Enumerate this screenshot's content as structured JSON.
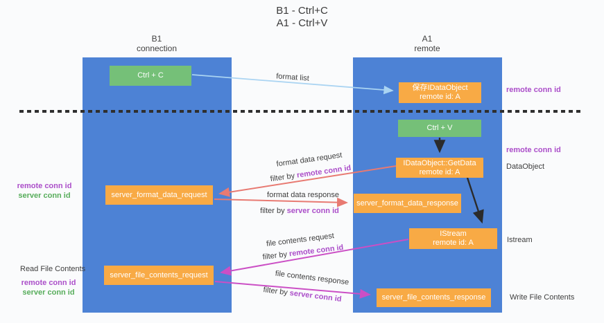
{
  "title": {
    "line1": "B1 - Ctrl+C",
    "line2": "A1 - Ctrl+V"
  },
  "columns": {
    "left": {
      "name": "B1",
      "role": "connection"
    },
    "right": {
      "name": "A1",
      "role": "remote"
    }
  },
  "nodes": {
    "ctrl_c": {
      "label": "Ctrl + C"
    },
    "ctrl_v": {
      "label": "Ctrl + V"
    },
    "save_idataobject": {
      "line1": "保存IDataObject",
      "line2": "remote id: A"
    },
    "getdata": {
      "line1": "IDataObject::GetData",
      "line2": "remote id: A"
    },
    "istream": {
      "line1": "IStream",
      "line2": "remote id: A"
    },
    "server_format_data_request": {
      "label": "server_format_data_request"
    },
    "server_format_data_response": {
      "label": "server_format_data_response"
    },
    "server_file_contents_request": {
      "label": "server_file_contents_request"
    },
    "server_file_contents_response": {
      "label": "server_file_contents_response"
    }
  },
  "edge_labels": {
    "format_list": "format list",
    "format_data_request": "format data request",
    "format_data_request_filter": {
      "prefix": "filter by ",
      "id": "remote conn id"
    },
    "format_data_response": "format data response",
    "format_data_response_filter": {
      "prefix": "filter by ",
      "id": "server conn id"
    },
    "file_contents_request": "file contents request",
    "file_contents_request_filter": {
      "prefix": "filter by ",
      "id": "remote conn id"
    },
    "file_contents_response": "file contents response",
    "file_contents_response_filter": {
      "prefix": "filter by ",
      "id": "server conn id"
    }
  },
  "annotations": {
    "left_top": {
      "remote": "remote conn id",
      "server": "server conn id"
    },
    "read_file": "Read File Contents",
    "left_bottom": {
      "remote": "remote conn id",
      "server": "server conn id"
    },
    "right_remote_top": "remote conn id",
    "right_remote_mid": "remote conn id",
    "dataobject": "DataObject",
    "istream": "Istream",
    "write_file": "Write File Contents"
  },
  "colors": {
    "column_blue": "#4d82d5",
    "box_orange": "#f8aa45",
    "box_green": "#75c078",
    "arrow_salmon": "#e87a72",
    "arrow_magenta": "#cb4fc5",
    "arrow_lightblue": "#aad4f2",
    "arrow_black": "#2b2b2b",
    "text_purple": "#ab4ec9",
    "text_green": "#57ad5b"
  }
}
